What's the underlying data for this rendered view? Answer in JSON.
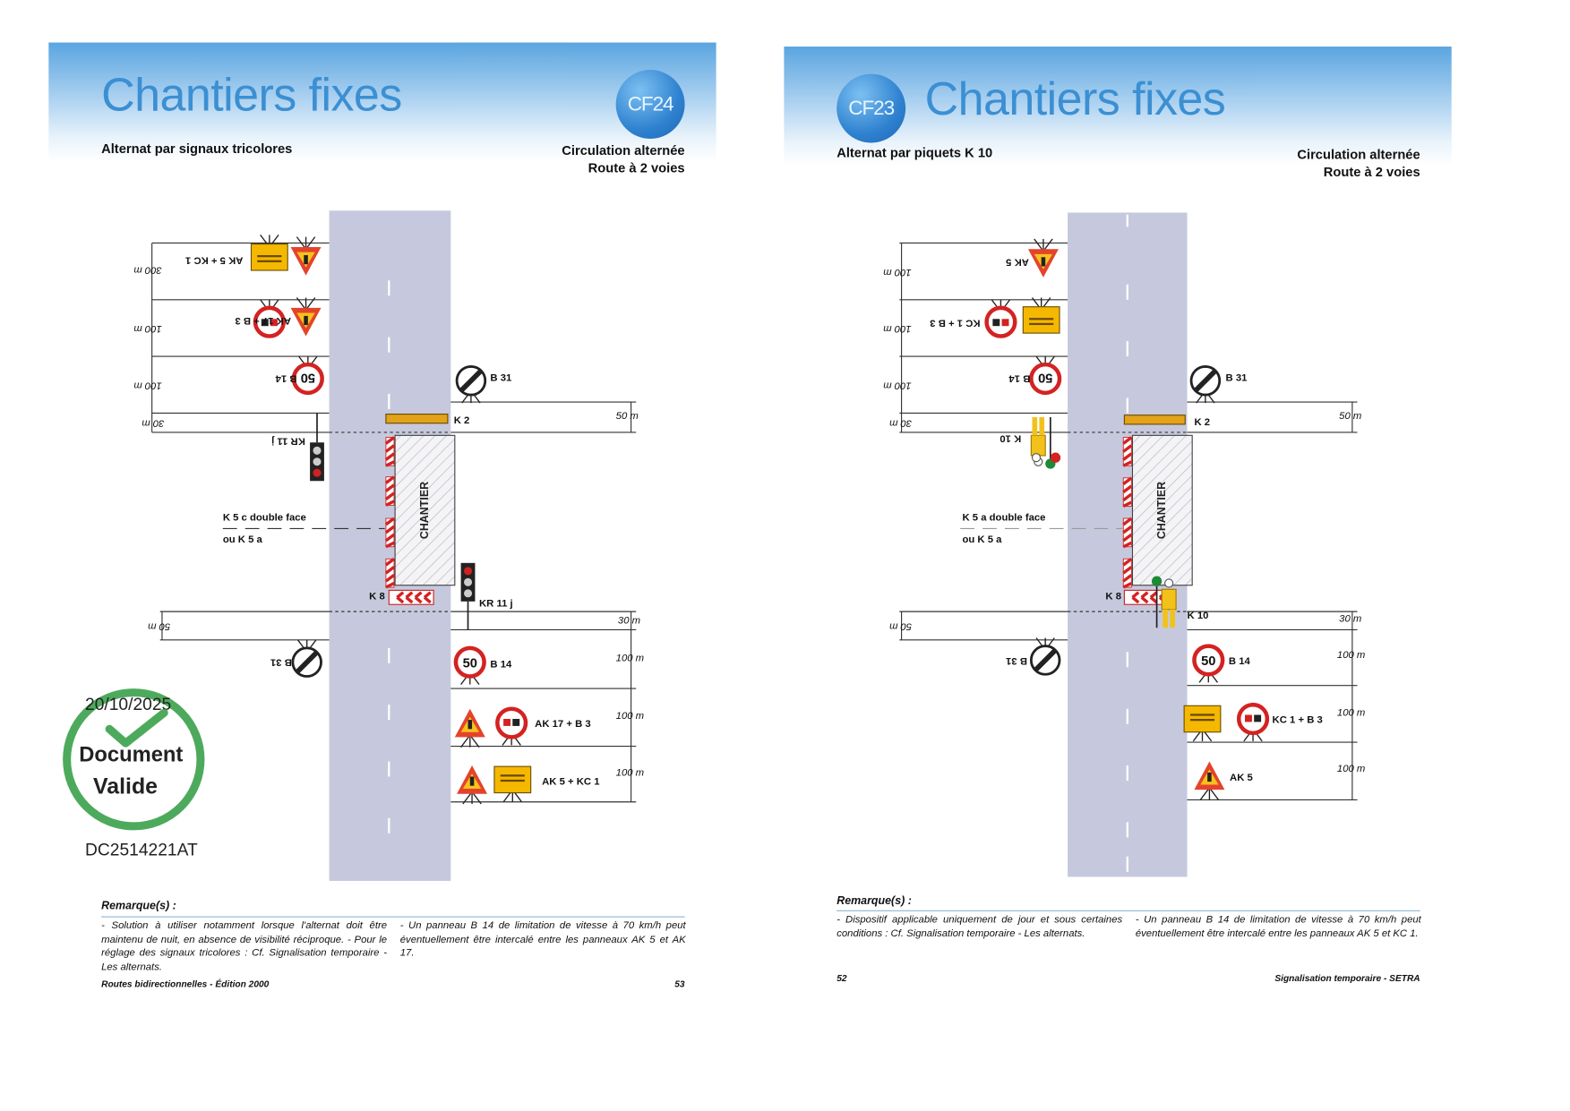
{
  "pages": [
    {
      "title": "Chantiers fixes",
      "badge": "CF24",
      "subtitle": "Alternat par signaux tricolores",
      "category_line1": "Circulation alternée",
      "category_line2": "Route à 2 voies",
      "diagram": {
        "upstream_labels": [
          "AK 5 + KC 1",
          "AK 17 + B 3",
          "B 14"
        ],
        "left_dims": [
          "300 m",
          "100 m",
          "100 m",
          "30 m",
          "50 m"
        ],
        "left_device_label": "KR 11 j",
        "b31_right": "B 31",
        "k2": "K 2",
        "chantier": "CHANTIER",
        "k5_label": "K 5 c double face",
        "k5_alt": "ou K 5 a",
        "k8": "K 8",
        "right_device_label": "KR 11 j",
        "b31_left": "B 31",
        "right_dims": [
          "50 m",
          "30 m",
          "100 m",
          "100 m",
          "100 m"
        ],
        "downstream_labels": [
          "B 14",
          "AK 17 + B 3",
          "AK 5 + KC 1"
        ]
      },
      "remarks_heading": "Remarque(s) :",
      "remarks": [
        "- Solution à utiliser notamment lorsque l'alternat doit être maintenu de nuit, en absence de visibilité réciproque. - Pour le réglage des signaux tricolores : Cf. Signalisation temporaire - Les alternats.",
        "- Un panneau B 14 de limitation de vitesse à 70 km/h peut éventuellement être intercalé entre les panneaux AK 5 et AK 17."
      ],
      "footer_left": "Routes bidirectionnelles - Édition 2000",
      "footer_right": "53"
    },
    {
      "title": "Chantiers fixes",
      "badge": "CF23",
      "subtitle": "Alternat par piquets K 10",
      "category_line1": "Circulation alternée",
      "category_line2": "Route à 2 voies",
      "diagram": {
        "upstream_labels": [
          "AK 5",
          "KC 1 + B 3",
          "B 14"
        ],
        "left_dims": [
          "100 m",
          "100 m",
          "100 m",
          "30 m",
          "50 m"
        ],
        "left_device_label": "K 10",
        "b31_right": "B 31",
        "k2": "K 2",
        "chantier": "CHANTIER",
        "k5_label": "K 5 a double face",
        "k5_alt": "ou K 5 a",
        "k8": "K 8",
        "right_device_label": "K 10",
        "b31_left": "B 31",
        "right_dims": [
          "50 m",
          "30 m",
          "100 m",
          "100 m",
          "100 m"
        ],
        "downstream_labels": [
          "B 14",
          "KC 1 + B 3",
          "AK 5"
        ]
      },
      "remarks_heading": "Remarque(s) :",
      "remarks": [
        "- Dispositif applicable uniquement de jour et sous certaines conditions : Cf. Signalisation temporaire - Les alternats.",
        "- Un panneau B 14 de limitation de vitesse à 70 km/h peut éventuellement être intercalé entre les panneaux AK 5 et KC 1."
      ],
      "footer_left": "52",
      "footer_right": "Signalisation temporaire - SETRA"
    }
  ],
  "sign_speed": "50",
  "stamp": {
    "doc_id": "DC2514221AT",
    "date": "20/10/2025",
    "line1": "Document",
    "line2": "Valide"
  },
  "colors": {
    "title_blue": "#3b8fd2",
    "road": "#c6c9dd",
    "stamp_green": "#3aa14a"
  }
}
